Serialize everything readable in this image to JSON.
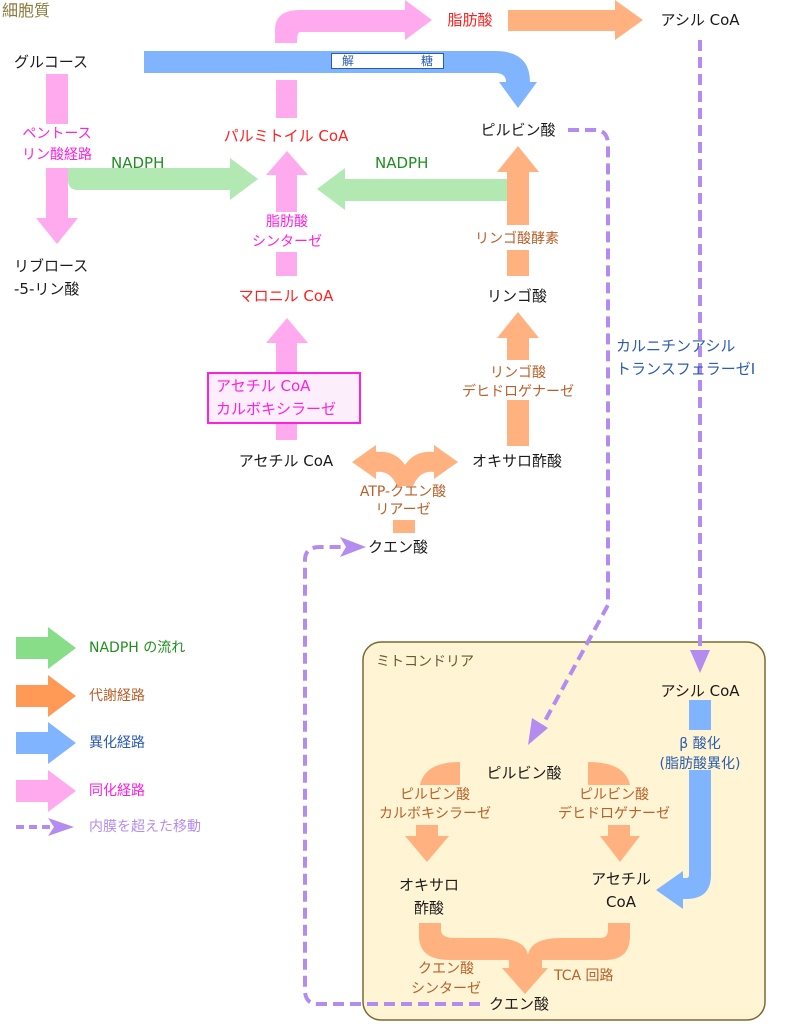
{
  "regions": {
    "cytoplasm": "細胞質",
    "mitochondria": "ミトコンドリア"
  },
  "colors": {
    "nadph": "#b2e8b2",
    "metabolic": "#ffb280",
    "catabolic": "#80b4ff",
    "anabolic": "#ffaaee",
    "membrane_transport": "#b48cf0",
    "mito_bg": "#fff4d4",
    "mito_border": "#7a6a30"
  },
  "cytoplasm": {
    "glucose": "グルコース",
    "pentose_pathway": [
      "ペントース",
      "リン酸経路"
    ],
    "ribulose": [
      "リブロース",
      "-5-リン酸"
    ],
    "glycolysis": [
      "解",
      "糖"
    ],
    "palmitoyl_coa": "パルミトイル CoA",
    "fatty_acid": "脂肪酸",
    "acyl_coa": "アシル CoA",
    "pyruvate": "ピルビン酸",
    "nadph_left": "NADPH",
    "nadph_right": "NADPH",
    "fatty_acid_synthase": [
      "脂肪酸",
      "シンターゼ"
    ],
    "malic_enzyme": "リンゴ酸酵素",
    "malonyl_coa": "マロニル CoA",
    "malate": "リンゴ酸",
    "acc": [
      "アセチル CoA",
      "カルボキシラーゼ"
    ],
    "malate_dh": [
      "リンゴ酸",
      "デヒドロゲナーゼ"
    ],
    "acetyl_coa": "アセチル CoA",
    "oxaloacetate": "オキサロ酢酸",
    "atp_citrate_lyase": [
      "ATP-クエン酸",
      "リアーゼ"
    ],
    "citrate": "クエン酸",
    "cpt1": [
      "カルニチンアシル",
      "トランスフェラーゼⅠ"
    ]
  },
  "mitochondria": {
    "acyl_coa": "アシル CoA",
    "beta_oxidation": [
      "β 酸化",
      "(脂肪酸異化)"
    ],
    "pyruvate": "ピルビン酸",
    "pyruvate_carboxylase": [
      "ピルビン酸",
      "カルボキシラーゼ"
    ],
    "pyruvate_dh": [
      "ピルビン酸",
      "デヒドロゲナーゼ"
    ],
    "oxaloacetate": [
      "オキサロ",
      "酢酸"
    ],
    "acetyl_coa": [
      "アセチル",
      "CoA"
    ],
    "citrate_synthase": [
      "クエン酸",
      "シンターゼ"
    ],
    "tca": "TCA 回路",
    "citrate": "クエン酸"
  },
  "legend": [
    {
      "key": "nadph",
      "label": "NADPH の流れ",
      "color": "#88dd88"
    },
    {
      "key": "metabolic",
      "label": "代謝経路",
      "color": "#ff9955"
    },
    {
      "key": "catabolic",
      "label": "異化経路",
      "color": "#80b4ff"
    },
    {
      "key": "anabolic",
      "label": "同化経路",
      "color": "#ffaaee"
    },
    {
      "key": "transport",
      "label": "内膜を超えた移動",
      "color": "#b48cf0"
    }
  ]
}
